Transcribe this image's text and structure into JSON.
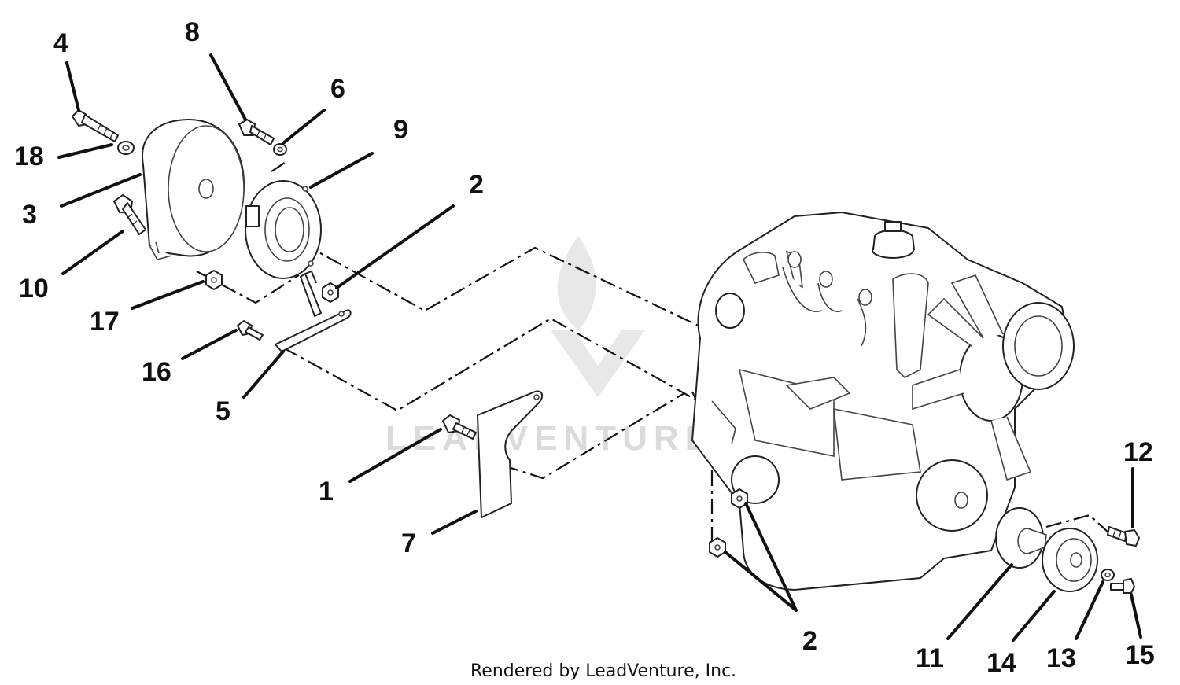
{
  "watermark": {
    "text": "LEADVENTURE"
  },
  "credit": "Rendered by LeadVenture, Inc.",
  "callouts": {
    "c1": "1",
    "c2a": "2",
    "c2b": "2",
    "c3": "3",
    "c4": "4",
    "c5": "5",
    "c6": "6",
    "c7": "7",
    "c8": "8",
    "c9": "9",
    "c10": "10",
    "c11": "11",
    "c12": "12",
    "c13": "13",
    "c14": "14",
    "c15": "15",
    "c16": "16",
    "c17": "17",
    "c18": "18"
  },
  "colors": {
    "ink": "#111111",
    "paper": "#ffffff",
    "watermark": "#d8d8d8"
  }
}
